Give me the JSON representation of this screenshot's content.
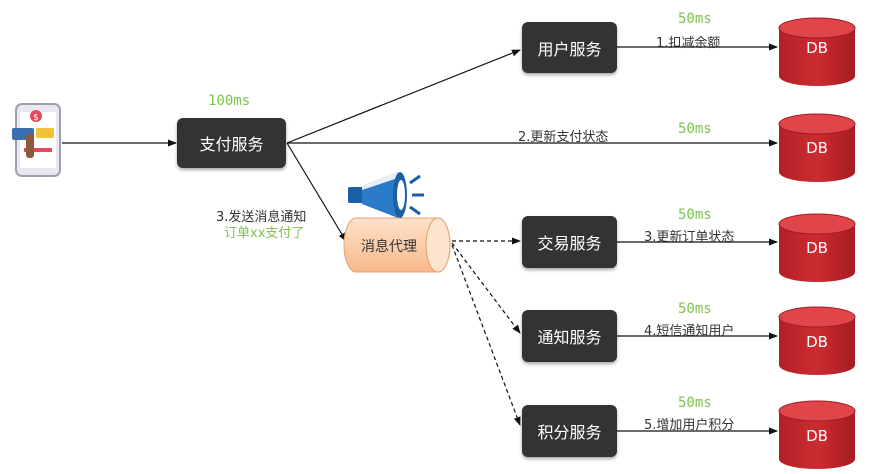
{
  "payment": {
    "label": "支付服务",
    "latency": "100ms"
  },
  "broker": {
    "label": "消息代理",
    "note_line1": "3.发送消息通知",
    "note_line2": "订单xx支付了"
  },
  "services": [
    {
      "label": "用户服务",
      "action": "1.扣减余额",
      "latency": "50ms"
    },
    {
      "label": "",
      "action": "2.更新支付状态",
      "latency": "50ms"
    },
    {
      "label": "交易服务",
      "action": "3.更新订单状态",
      "latency": "50ms"
    },
    {
      "label": "通知服务",
      "action": "4.短信通知用户",
      "latency": "50ms"
    },
    {
      "label": "积分服务",
      "action": "5.增加用户积分",
      "latency": "50ms"
    }
  ],
  "db_label": "DB",
  "colors": {
    "service_box": "#333333",
    "db_red": "#c0272d",
    "latency_green": "#7ec24f",
    "broker_orange": "#fbc79b",
    "megaphone_blue": "#1b5fa5"
  },
  "icons": [
    "payment-phone-icon",
    "megaphone-icon",
    "database-icon"
  ]
}
